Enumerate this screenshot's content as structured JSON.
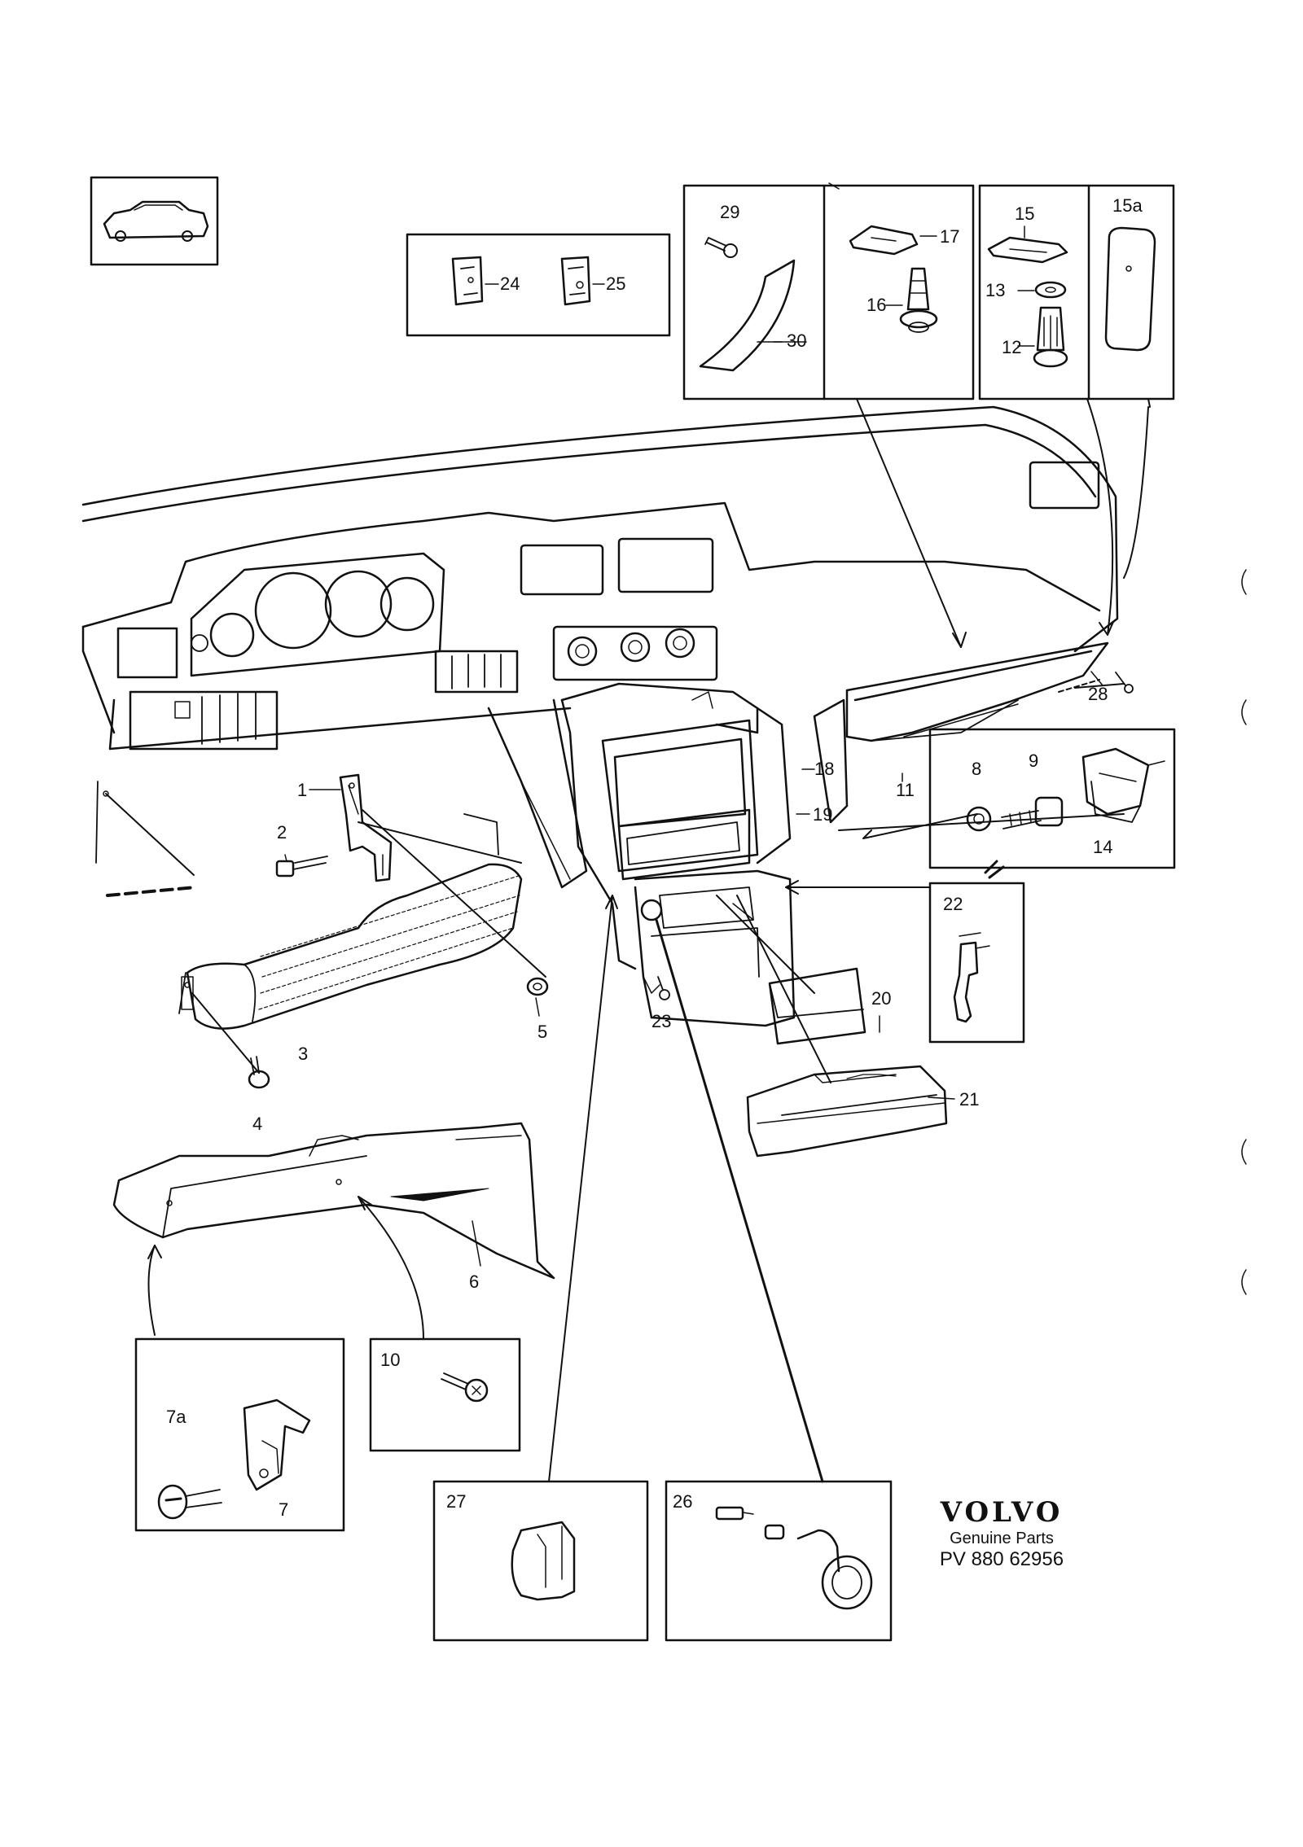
{
  "callouts": {
    "c1": "1",
    "c2": "2",
    "c3": "3",
    "c4": "4",
    "c5": "5",
    "c6": "6",
    "c7": "7",
    "c7a": "7a",
    "c8": "8",
    "c9": "9",
    "c10": "10",
    "c11": "11",
    "c12": "12",
    "c13": "13",
    "c14": "14",
    "c15": "15",
    "c15a": "15a",
    "c16": "16",
    "c17": "17",
    "c18": "18",
    "c19": "19",
    "c20": "20",
    "c21": "21",
    "c22": "22",
    "c23": "23",
    "c24": "24",
    "c25": "25",
    "c26": "26",
    "c27": "27",
    "c28": "28",
    "c29": "29",
    "c30": "30"
  },
  "brand": {
    "logo": "VOLVO",
    "subtitle": "Genuine Parts",
    "catalog_number": "PV 880 62956"
  }
}
